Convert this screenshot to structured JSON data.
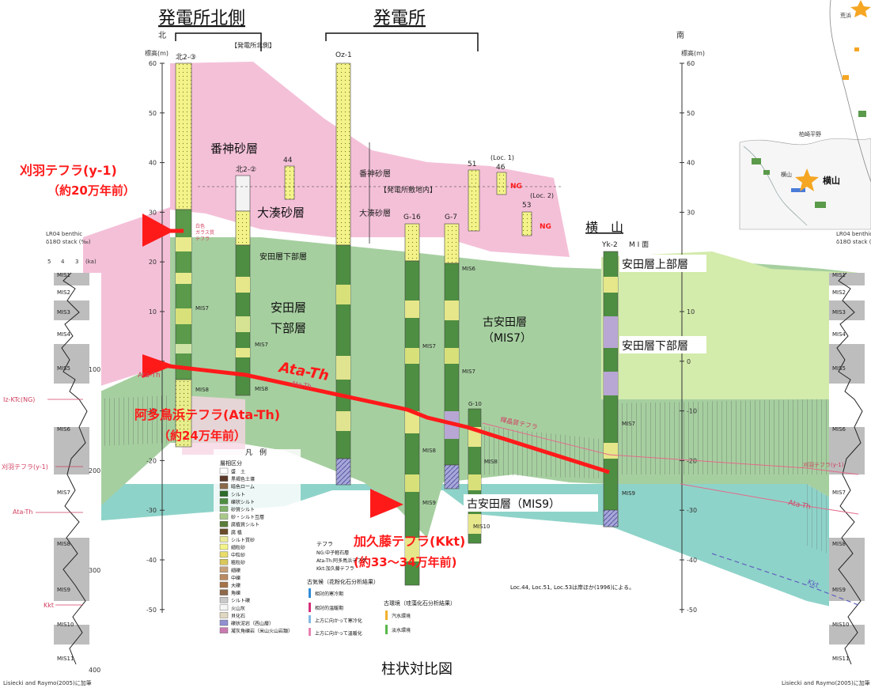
{
  "headers": {
    "north_side": "発電所北側",
    "plant": "発電所",
    "north_small": "北",
    "south_small": "南",
    "north_bracket_note": "【発電所北側】",
    "plant_site_note": "【発電所敷地内】",
    "yokoyama": "横　山"
  },
  "caption": "柱状対比図",
  "credit_left": "Lisiecki and Raymo(2005)に加筆",
  "credit_right": "Lisiecki and Raymo(2005)に加筆",
  "source_note": "Loc.44, Loc.51, Loc.53は岸ほか(1996)による。",
  "elev_axis": {
    "title": "標高(m)",
    "ticks": [
      "60",
      "50",
      "40",
      "30",
      "20",
      "10",
      "0",
      "-10",
      "-20",
      "-30",
      "-40",
      "-50"
    ]
  },
  "lr04": {
    "title1": "LR04 benthic",
    "title2": "δ18O stack (‰)",
    "scale": [
      "5",
      "4",
      "3",
      "(ka)"
    ],
    "age_ticks": [
      "100",
      "200",
      "300",
      "400"
    ],
    "mis": [
      "MIS1",
      "MIS2",
      "MIS3",
      "MIS4",
      "MIS5",
      "MIS6",
      "MIS7",
      "MIS8",
      "MIS9",
      "MIS10",
      "MIS11"
    ]
  },
  "boreholes": [
    "北2-③",
    "北2-②",
    "Oz-1",
    "44",
    "G-16",
    "G-7",
    "51",
    "46",
    "53",
    "G-10",
    "Yk-2"
  ],
  "loc_labels": [
    "(Loc. 1)",
    "(Loc. 2)"
  ],
  "yk2_surface": "M I 面",
  "units": {
    "banjin": "番神砂層",
    "banjin_small": "番神砂層",
    "ominato": "大湊砂層",
    "ominato_small": "大湊砂層",
    "yasuda_lower_top": "安田層下部層",
    "yasuda_lower": [
      "安田層",
      "下部層"
    ],
    "ko_yasuda_mis7": [
      "古安田層",
      "（MIS7）"
    ],
    "yasuda_upper": "安田層上部層",
    "yasuda_lower_right": "安田層下部層",
    "ko_yasuda_mis9": "古安田層（MIS9）"
  },
  "tephra": {
    "kariba": [
      "刈羽テフラ(y-1)",
      "（約20万年前）"
    ],
    "ata": [
      "阿多鳥浜テフラ(Ata-Th)",
      "（約24万年前）"
    ],
    "kkt": [
      "加久藤テフラ(Kkt)",
      "(約33～34万年前)"
    ],
    "ata_big": "Ata-Th",
    "ata_small": "Ata-Th",
    "iz_ktc": "Iz-KTc(NG)",
    "kariba_left": "刈羽テフラ(y-1)",
    "ata_left": "Ata-Th",
    "kkt_left": "Kkt",
    "kariba_right": "刈羽テフラ(y-1)",
    "ata_right": "Ata-Th",
    "kkt_right": "Kkt",
    "keisho": "輝晶質テフラ",
    "ng": "NG",
    "pumice_note": [
      "白色",
      "ガラス質",
      "テフラ"
    ]
  },
  "mis_tags": [
    "MIS7",
    "MIS8",
    "MIS7",
    "MIS8",
    "MIS7",
    "MIS8",
    "MIS9",
    "MIS6",
    "MIS7",
    "MIS8",
    "MIS7",
    "MIS9",
    "MIS10"
  ],
  "legend": {
    "title": "凡　例",
    "subtitle": "層相区分",
    "items": [
      "盛　土",
      "黒褐色土壌",
      "暗色ローム",
      "シルト",
      "礫状シルト",
      "砂質シルト",
      "砂・シルト互層",
      "腐植質シルト",
      "腐 植",
      "シルト質砂",
      "細粒砂",
      "中粒砂",
      "粗粒砂",
      "細礫",
      "中礫",
      "大礫",
      "角礫",
      "シルト礫",
      "火山灰",
      "貝化石",
      "礫状泥岩（西山層）",
      "凝灰角礫岩（米山火山岩類）"
    ],
    "tephra_title": "テフラ",
    "tephra_items": [
      "NG:中子軽石層",
      "Ata-Th:阿多鳥浜テフラ",
      "Kkt:加久藤テフラ"
    ],
    "pollen_title": "古気候（花粉化石分析結果）",
    "pollen_items": [
      "相対的寒冷期",
      "相対的温暖期",
      "上方に向かって寒冷化",
      "上方に向かって温暖化"
    ],
    "diatom_title": "古環境（珪藻化石分析結果）",
    "diatom_items": [
      "汽水環境",
      "淡水環境"
    ]
  },
  "map": {
    "yokoyama": "横山",
    "kashiwazaki_plain": "柏崎平野",
    "arahama": "荒浜",
    "small_yokoyama": "横山"
  },
  "colors": {
    "pink": "#f2bfd6",
    "green": "#a9d19f",
    "teal": "#8ecfc6",
    "lime": "#cde6a6",
    "red": "#ff1a1a"
  }
}
